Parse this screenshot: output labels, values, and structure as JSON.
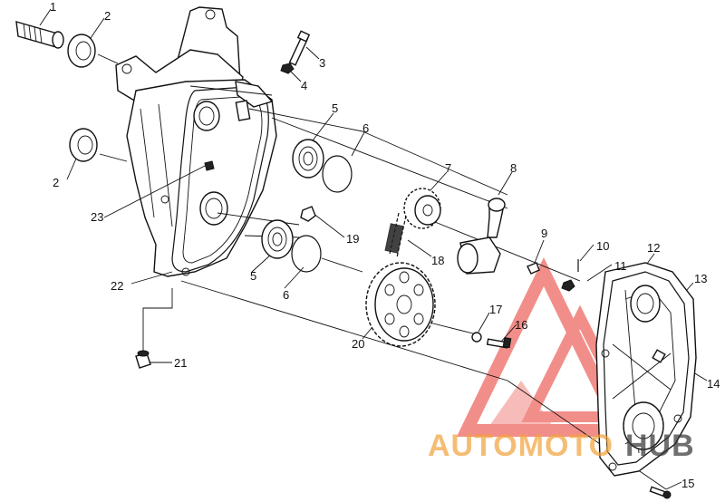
{
  "diagram": {
    "callouts": [
      "1",
      "2",
      "2",
      "3",
      "4",
      "5",
      "6",
      "7",
      "8",
      "9",
      "10",
      "11",
      "12",
      "13",
      "14",
      "15",
      "16",
      "17",
      "18",
      "19",
      "20",
      "21",
      "22",
      "23",
      "5",
      "6"
    ]
  },
  "watermark": {
    "text_a": "AUTOMOTO",
    "text_b": "HUB",
    "color_main": "#e8332a",
    "color_accent": "#f2a23a",
    "color_dark": "#333333"
  }
}
